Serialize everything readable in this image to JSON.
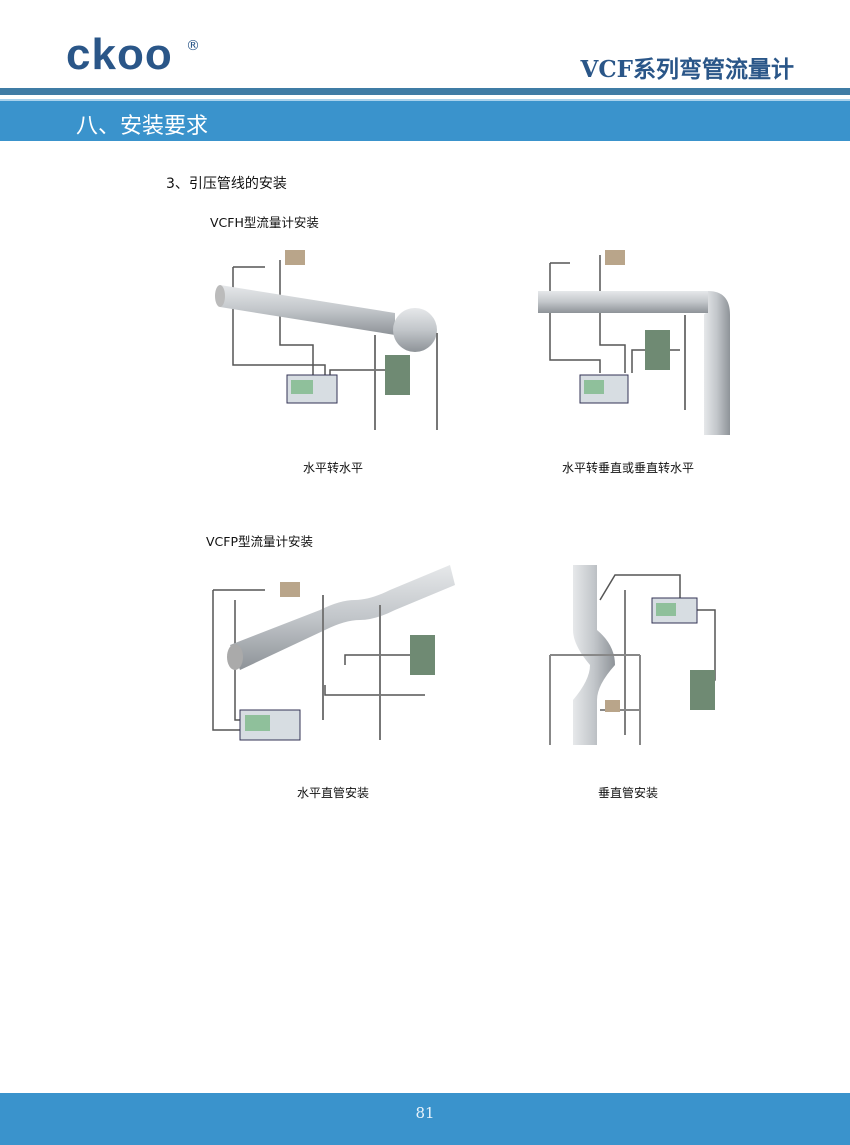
{
  "header": {
    "logo": "ckoo",
    "registered": "®",
    "doc_title": "VCF系列弯管流量计"
  },
  "section": {
    "title": "八、安装要求",
    "subtitle": "3、引压管线的安装"
  },
  "groups": [
    {
      "label": "VCFH型流量计安装",
      "figures": [
        {
          "caption": "水平转水平"
        },
        {
          "caption": "水平转垂直或垂直转水平"
        }
      ]
    },
    {
      "label": "VCFP型流量计安装",
      "figures": [
        {
          "caption": "水平直管安装"
        },
        {
          "caption": "垂直管安装"
        }
      ]
    }
  ],
  "footer": {
    "page": "81"
  },
  "colors": {
    "brand": "#2a5688",
    "band": "#3a93cc"
  }
}
